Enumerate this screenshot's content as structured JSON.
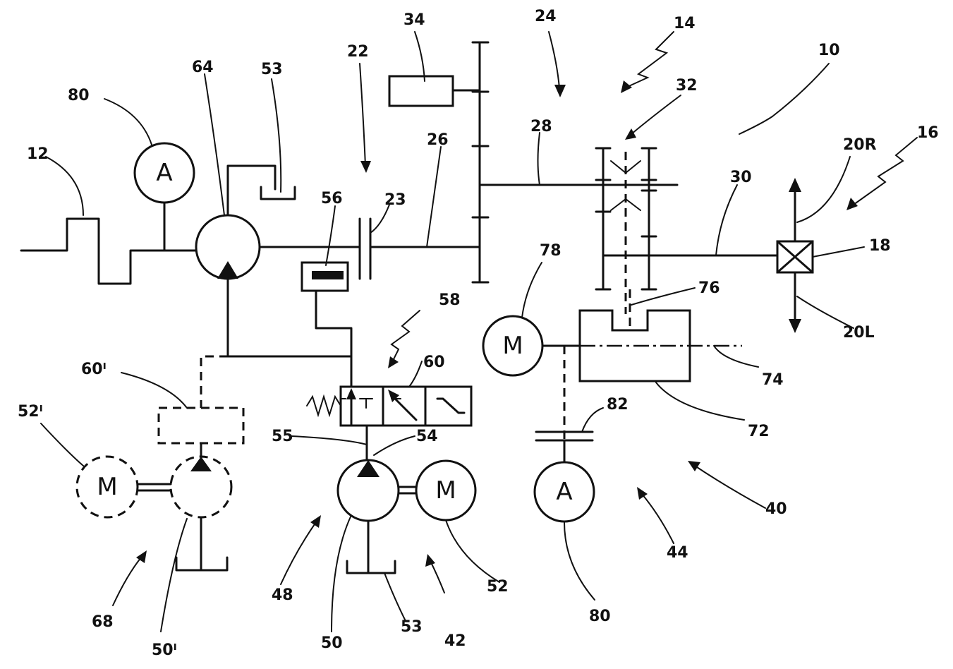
{
  "labels": {
    "l10": "10",
    "l12": "12",
    "l14": "14",
    "l16": "16",
    "l18": "18",
    "l20R": "20R",
    "l20L": "20L",
    "l22": "22",
    "l23": "23",
    "l24": "24",
    "l26": "26",
    "l28": "28",
    "l30": "30",
    "l32": "32",
    "l34": "34",
    "l40": "40",
    "l42": "42",
    "l44": "44",
    "l48": "48",
    "l50": "50",
    "l50p": "50ᴵ",
    "l52": "52",
    "l52p": "52ᴵ",
    "l53a": "53",
    "l53b": "53",
    "l54": "54",
    "l55": "55",
    "l56": "56",
    "l58": "58",
    "l60": "60",
    "l60p": "60ᴵ",
    "l64": "64",
    "l68": "68",
    "l72": "72",
    "l74": "74",
    "l76": "76",
    "l78": "78",
    "l80a": "80",
    "l80b": "80",
    "l82": "82"
  },
  "symbols": {
    "accumulator": "A",
    "motor": "M"
  }
}
